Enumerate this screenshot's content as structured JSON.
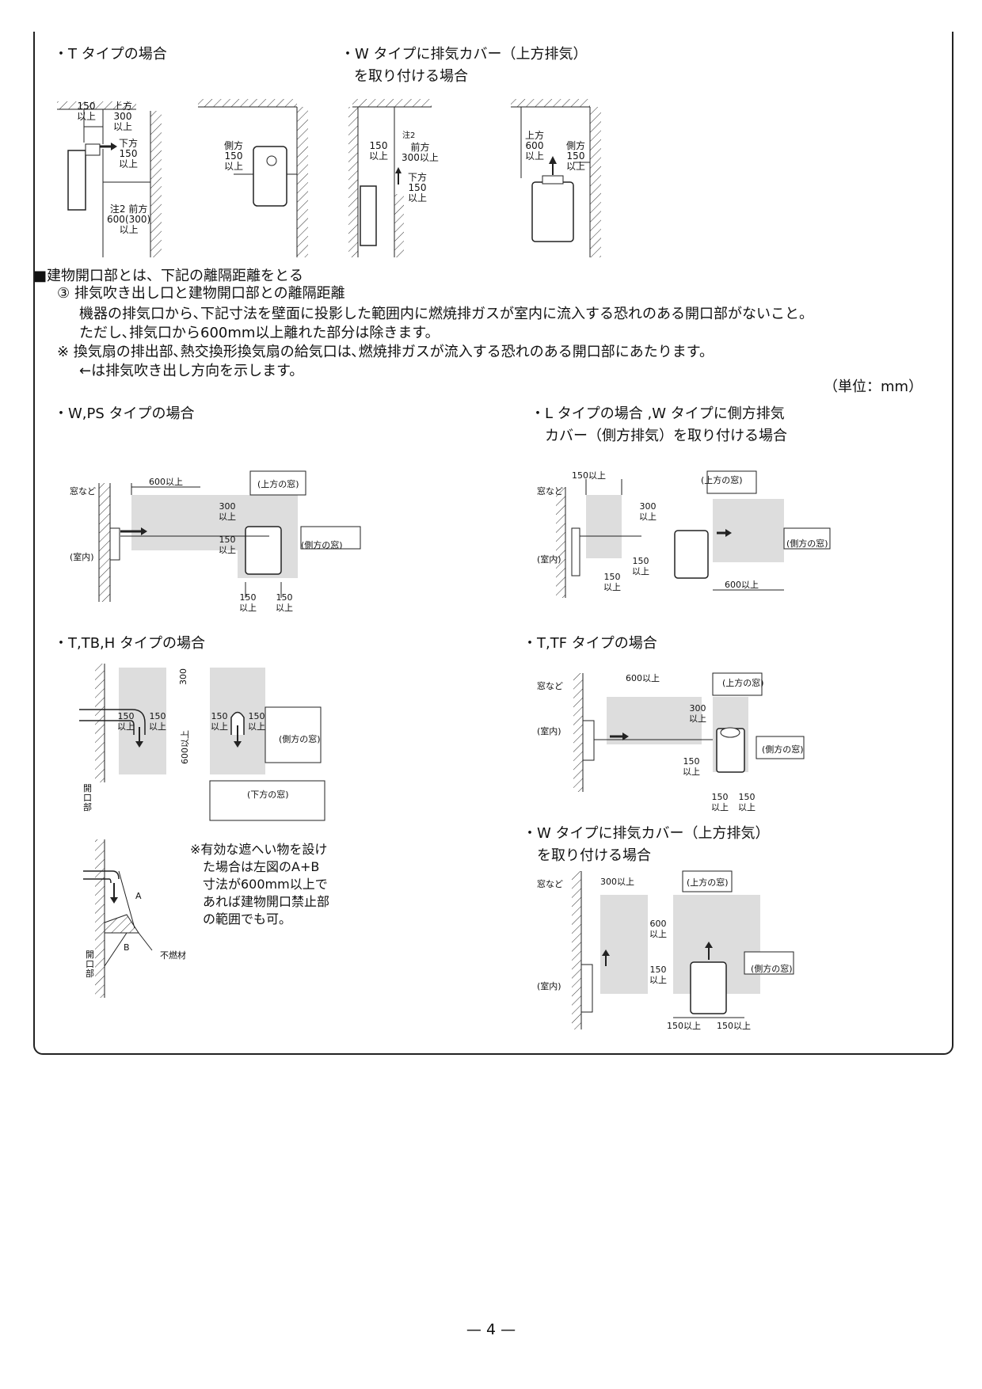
{
  "headings": {
    "t_type": "・T タイプの場合",
    "w_cover_up_1": "・W タイプに排気カバー（上方排気）",
    "w_cover_up_2": "を取り付ける場合",
    "w_ps_type": "・W,PS タイプの場合",
    "l_type_1": "・L タイプの場合 ,W タイプに側方排気",
    "l_type_2": "カバー（側方排気）を取り付ける場合",
    "t_tb_h_type": "・T,TB,H タイプの場合",
    "t_tf_type": "・T,TF タイプの場合",
    "w_cover_up_b1": "・W タイプに排気カバー（上方排気）",
    "w_cover_up_b2": "を取り付ける場合"
  },
  "body_text": {
    "section_title": "■建物開口部とは、下記の離隔距離をとる",
    "item3": "③ 排気吹き出し口と建物開口部との離隔距離",
    "line1": "機器の排気口から､下記寸法を壁面に投影した範囲内に燃焼排ガスが室内に流入する恐れのある開口部がないこと。",
    "line2": "ただし､排気口から600mm以上離れた部分は除きます。",
    "note": "※ 換気扇の排出部､熱交換形換気扇の給気口は､燃焼排ガスが流入する恐れのある開口部にあたります。",
    "arrow_note": "←は排気吹き出し方向を示します。",
    "unit": "（単位：mm）"
  },
  "shield_note": [
    "※有効な遮へい物を設け",
    "た場合は左図のA+B",
    "寸法が600mm以上で",
    "あれば建物開口禁止部",
    "の範囲でも可。"
  ],
  "dims": {
    "d150": "150",
    "ijo": "以上",
    "d300": "300",
    "d600": "600",
    "d600_300": "600(300)",
    "joho": "上方",
    "kaho": "下方",
    "sokuho": "側方",
    "zenpo": "前方",
    "chu2": "注2",
    "d300ijo": "300以上",
    "d600ijo": "600以上",
    "d150ijo": "150以上",
    "d600ijo_v": "600以上",
    "upper_window": "(上方の窓)",
    "side_window": "(側方の窓)",
    "lower_window": "(下方の窓)",
    "window_etc": "窓など",
    "indoor": "(室内)",
    "opening": "開口部",
    "a": "A",
    "b": "B",
    "nonflammable": "不燃材"
  },
  "footer": {
    "page": "— 4 —"
  }
}
